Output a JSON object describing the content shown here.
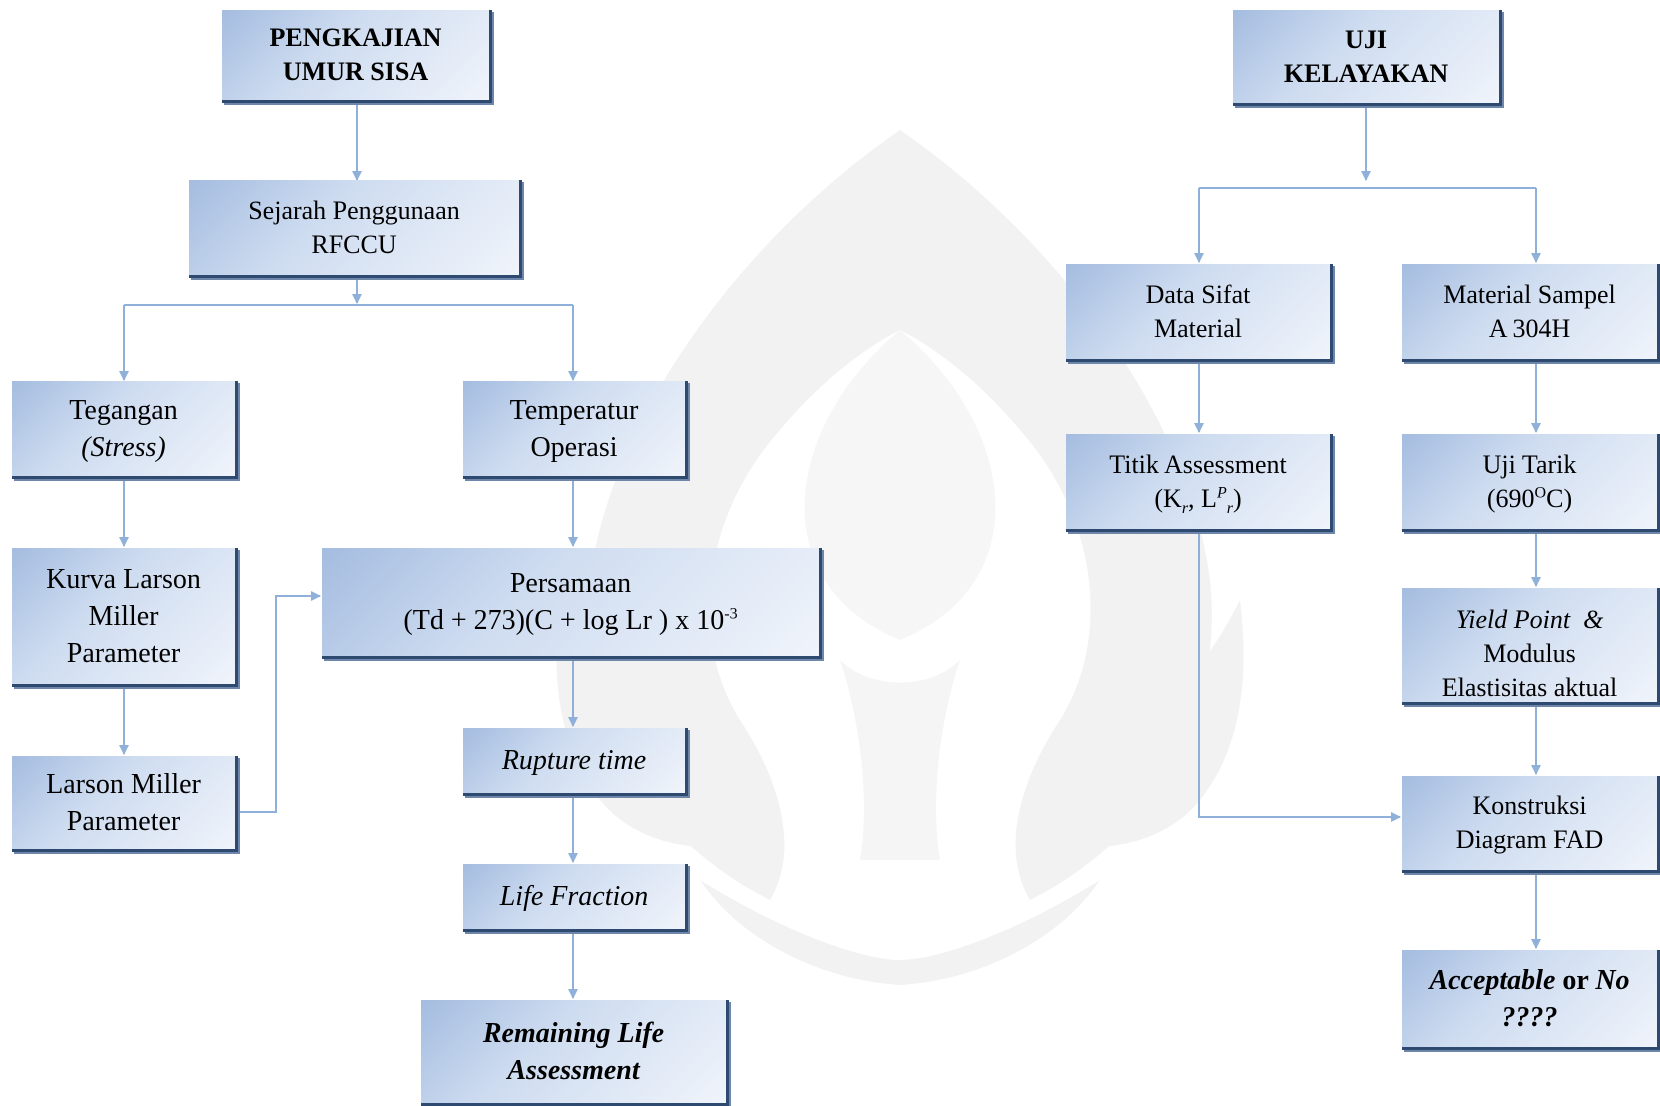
{
  "left_branch": {
    "title": {
      "line1": "PENGKAJIAN",
      "line2": "UMUR SISA"
    },
    "history": {
      "line1": "Sejarah Penggunaan",
      "line2": "RFCCU"
    },
    "stress": {
      "line1": "Tegangan",
      "line2": "(Stress)"
    },
    "temperature": {
      "line1": "Temperatur",
      "line2": "Operasi"
    },
    "lmp_curve": {
      "line1": "Kurva Larson",
      "line2": "Miller",
      "line3": "Parameter"
    },
    "equation": {
      "line1": "Persamaan",
      "line2": "(Td + 273)(C + log Lr ) x 10",
      "exponent": "-3"
    },
    "lmp": {
      "line1": "Larson Miller",
      "line2": "Parameter"
    },
    "rupture_time": {
      "label": "Rupture time"
    },
    "life_fraction": {
      "label": "Life Fraction"
    },
    "remaining_life": {
      "line1": "Remaining Life",
      "line2": "Assessment"
    }
  },
  "right_branch": {
    "title": {
      "line1": "UJI",
      "line2": "KELAYAKAN"
    },
    "material_data": {
      "line1": "Data Sifat",
      "line2": "Material"
    },
    "material_sample": {
      "line1": "Material Sampel",
      "line2": "A 304H"
    },
    "assessment_point": {
      "line1": "Titik Assessment",
      "open": "(K",
      "sub1": "r",
      "mid": ", L",
      "sup": "P",
      "sub2": "r",
      "close": ")"
    },
    "tensile_test": {
      "line1": "Uji Tarik",
      "pre": "(690",
      "sup": "O",
      "post": "C)"
    },
    "yield_point": {
      "italic": "Yield Point",
      "amp": "&",
      "line2": "Modulus",
      "line3": "Elastisitas aktual"
    },
    "fad": {
      "line1": "Konstruksi",
      "line2": "Diagram FAD"
    },
    "result": {
      "acceptable": "Acceptable",
      "or": "or",
      "no": "No",
      "line2": "????"
    }
  },
  "colors": {
    "arrow": "#8fb0d9",
    "box_shadow": "#2f4a70",
    "watermark": "#f1f1f1"
  }
}
